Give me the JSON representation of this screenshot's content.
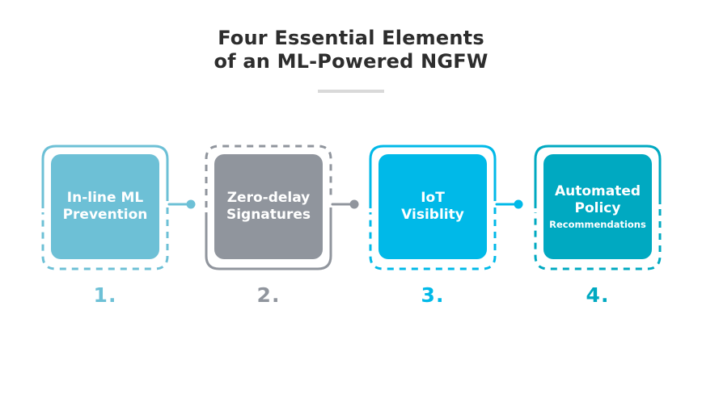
{
  "title": {
    "line1": "Four Essential Elements",
    "line2": "of an ML-Powered NGFW"
  },
  "colors": {
    "title_text": "#2d2d2d",
    "divider": "#d9d9d9",
    "background": "#ffffff",
    "card_text": "#ffffff"
  },
  "items": [
    {
      "number": "1.",
      "title": "In-line ML\nPrevention",
      "subtitle": "",
      "color": "#6dc0d6"
    },
    {
      "number": "2.",
      "title": "Zero-delay\nSignatures",
      "subtitle": "",
      "color": "#90959d"
    },
    {
      "number": "3.",
      "title": "IoT\nVisiblity",
      "subtitle": "",
      "color": "#00b9e8"
    },
    {
      "number": "4.",
      "title": "Automated\nPolicy",
      "subtitle": "Recommendations",
      "color": "#00a9c1"
    }
  ]
}
